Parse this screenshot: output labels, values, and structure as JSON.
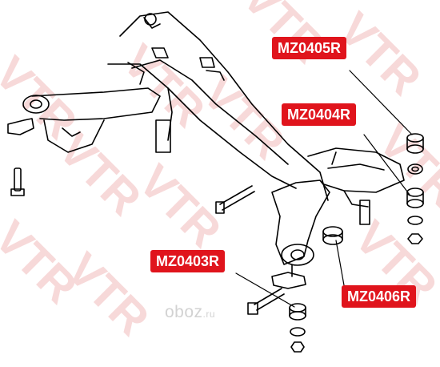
{
  "watermark": {
    "brand_text": "VTR",
    "site_text": "oboz",
    "site_domain": ".ru"
  },
  "colors": {
    "callout_bg": "#e0141c",
    "callout_text": "#ffffff",
    "line_art": "#000000",
    "watermark": "#f6d3d3"
  },
  "callouts": [
    {
      "id": "MZ0405R",
      "label": "MZ0405R"
    },
    {
      "id": "MZ0404R",
      "label": "MZ0404R"
    },
    {
      "id": "MZ0403R",
      "label": "MZ0403R"
    },
    {
      "id": "MZ0406R",
      "label": "MZ0406R"
    }
  ]
}
